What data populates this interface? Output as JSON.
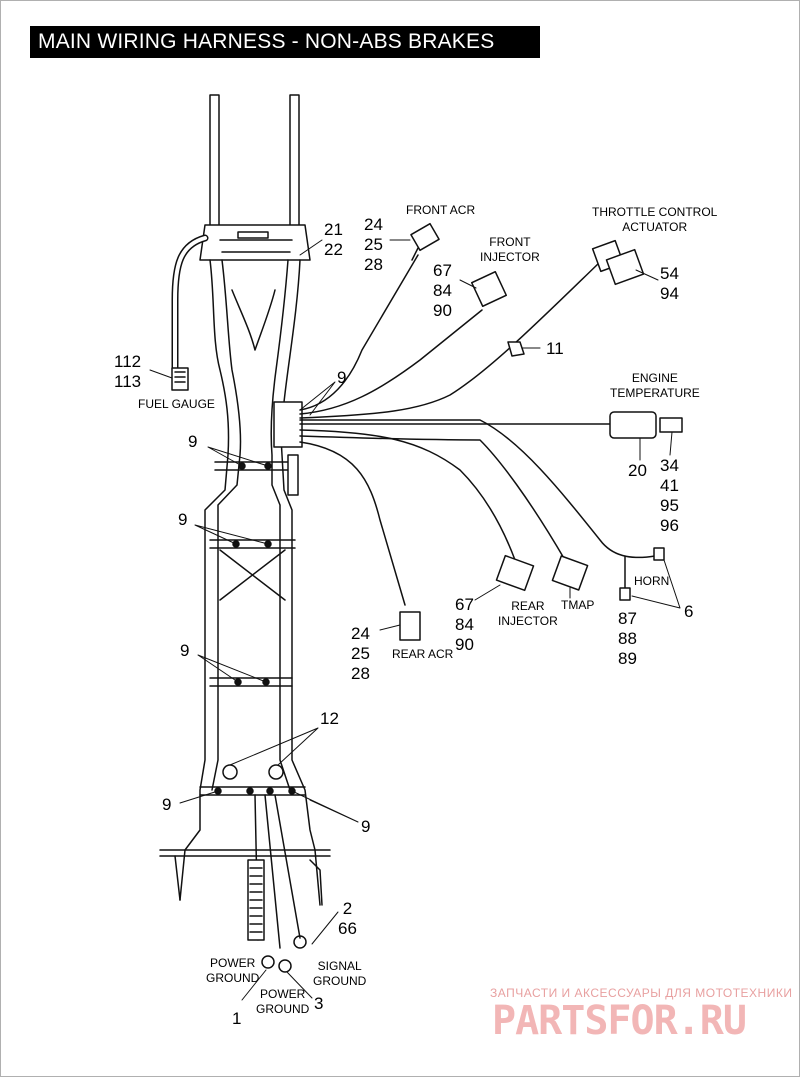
{
  "title": "MAIN WIRING HARNESS - NON-ABS BRAKES",
  "callouts": {
    "c21": "21",
    "c22": "22",
    "front_acr": {
      "label": "FRONT ACR",
      "n1": "24",
      "n2": "25",
      "n3": "28"
    },
    "front_injector": {
      "label1": "FRONT",
      "label2": "INJECTOR",
      "n1": "67",
      "n2": "84",
      "n3": "90"
    },
    "throttle": {
      "label1": "THROTTLE CONTROL",
      "label2": "ACTUATOR",
      "n1": "54",
      "n2": "94"
    },
    "c11": "11",
    "fuel_gauge": {
      "label": "FUEL GAUGE",
      "n1": "112",
      "n2": "113"
    },
    "c9_top": "9",
    "engine_temp": {
      "label1": "ENGINE",
      "label2": "TEMPERATURE",
      "n20": "20",
      "n1": "34",
      "n2": "41",
      "n3": "95",
      "n4": "96"
    },
    "c9_left_a": "9",
    "c9_left_b": "9",
    "c9_left_c": "9",
    "horn": {
      "label": "HORN",
      "n6": "6",
      "n1": "87",
      "n2": "88",
      "n3": "89"
    },
    "rear_injector": {
      "label1": "REAR",
      "label2": "INJECTOR",
      "n1": "67",
      "n2": "84",
      "n3": "90"
    },
    "tmap": {
      "label": "TMAP"
    },
    "rear_acr": {
      "label": "REAR ACR",
      "n1": "24",
      "n2": "25",
      "n3": "28"
    },
    "c12": "12",
    "c9_bottom_left": "9",
    "c9_bottom_right": "9",
    "grounds": {
      "power_ground_1": {
        "label1": "POWER",
        "label2": "GROUND",
        "n": "1"
      },
      "power_ground_3": {
        "label1": "POWER",
        "label2": "GROUND",
        "n": "3"
      },
      "signal_ground": {
        "label1": "SIGNAL",
        "label2": "GROUND",
        "n1": "2",
        "n2": "66"
      }
    }
  },
  "watermark": {
    "tagline": "ЗАПЧАСТИ И АКСЕССУАРЫ ДЛЯ МОТОТЕХНИКИ",
    "logo": "PARTSFOR.RU"
  }
}
